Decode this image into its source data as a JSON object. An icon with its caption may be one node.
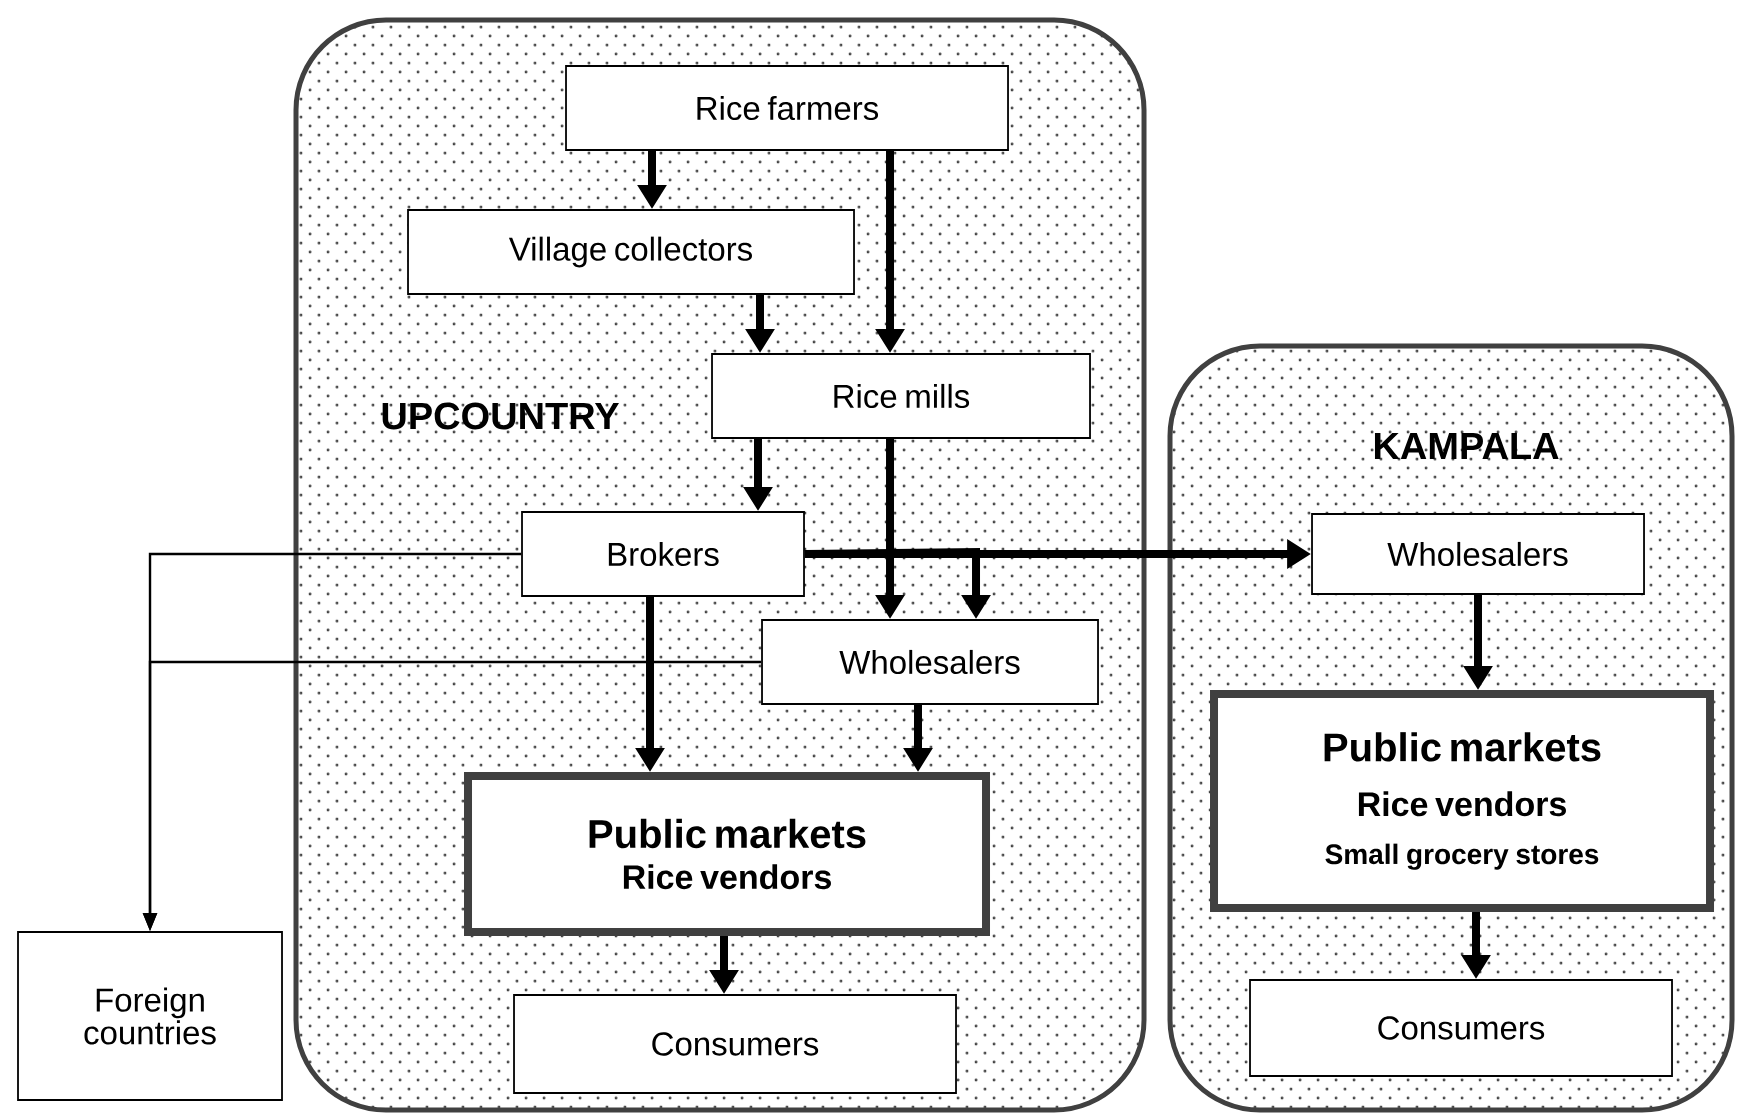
{
  "diagram": {
    "nodes": [
      {
        "text": [
          "UPCOUNTRY"
        ]
      },
      {
        "text": [
          "Rice farmers"
        ],
        "in": 0
      },
      {
        "text": [
          "Village collectors"
        ],
        "in": 0
      },
      {
        "text": [
          "Rice mills"
        ],
        "in": 0
      },
      {
        "text": [
          "Brokers"
        ],
        "in": 0
      },
      {
        "text": [
          "Wholesalers"
        ],
        "in": 0
      },
      {
        "text": [
          "Public markets",
          "Rice vendors"
        ],
        "in": 0
      },
      {
        "text": [
          "Consumers"
        ],
        "in": 0
      },
      {
        "text": [
          "Foreign countries"
        ]
      },
      {
        "text": [
          "KAMPALA"
        ]
      },
      {
        "text": [
          "Wholesalers"
        ],
        "in": 9
      },
      {
        "text": [
          "Public markets",
          "Rice vendors",
          "Small grocery stores"
        ],
        "in": 9
      },
      {
        "text": [
          "Consumers"
        ],
        "in": 9
      }
    ],
    "edges": [
      {
        "from": 1,
        "to": 2,
        "arrow": "to"
      },
      {
        "from": 2,
        "to": 3,
        "arrow": "to"
      },
      {
        "from": 1,
        "to": 3,
        "arrow": "to"
      },
      {
        "from": 3,
        "to": 4,
        "arrow": "to"
      },
      {
        "from": 3,
        "to": 5,
        "arrow": "to"
      },
      {
        "from": 4,
        "to": 10,
        "arrow": "to"
      },
      {
        "from": 4,
        "to": 5,
        "arrow": "to"
      },
      {
        "from": 4,
        "to": 6,
        "arrow": "to"
      },
      {
        "from": 5,
        "to": 6,
        "arrow": "to"
      },
      {
        "from": 6,
        "to": 7,
        "arrow": "to"
      },
      {
        "from": 4,
        "to": 8,
        "arrow": "to"
      },
      {
        "from": 5,
        "to": 8,
        "arrow": "to"
      },
      {
        "from": 10,
        "to": 11,
        "arrow": "to"
      },
      {
        "from": 11,
        "to": 12,
        "arrow": "to"
      }
    ]
  }
}
